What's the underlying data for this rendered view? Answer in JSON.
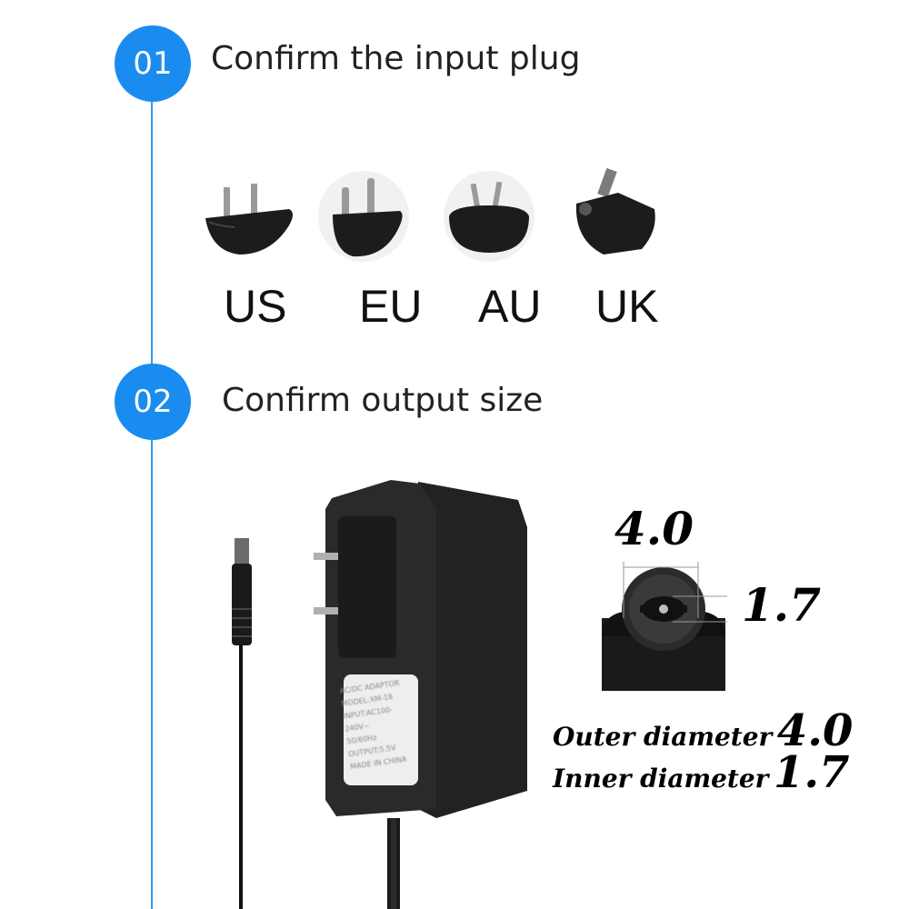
{
  "steps": [
    {
      "number": "01",
      "title": "Confirm the input plug"
    },
    {
      "number": "02",
      "title": "Confirm output size"
    }
  ],
  "plugs": [
    {
      "label": "US",
      "icon": "us-plug-icon"
    },
    {
      "label": "EU",
      "icon": "eu-plug-icon"
    },
    {
      "label": "AU",
      "icon": "au-plug-icon"
    },
    {
      "label": "UK",
      "icon": "uk-plug-icon"
    }
  ],
  "adapter": {
    "label_lines": [
      "AC/DC ADAPTOR",
      "MODEL:XM-18",
      "INPUT:AC100-240V~",
      "50/60Hz",
      "OUTPUT:5.5V",
      "MADE IN CHINA"
    ]
  },
  "connector": {
    "outer_dimension": "4.0",
    "inner_dimension": "1.7"
  },
  "specs": [
    {
      "label": "Outer diameter",
      "value": "4.0"
    },
    {
      "label": "Inner diameter",
      "value": "1.7"
    }
  ],
  "colors": {
    "accent": "#1a8cf0",
    "timeline": "#2f9bf3"
  }
}
